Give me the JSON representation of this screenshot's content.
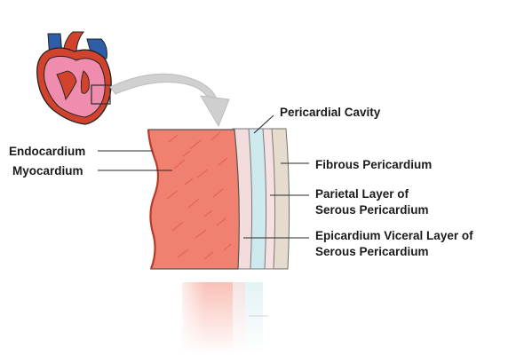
{
  "labels": {
    "pericardial_cavity": "Pericardial Cavity",
    "endocardium": "Endocardium",
    "myocardium": "Myocardium",
    "fibrous_pericardium": "Fibrous Pericardium",
    "parietal_line1": "Parietal Layer of",
    "parietal_line2": "Serous Pericardium",
    "epicardium_line1": "Epicardium Viceral Layer of",
    "epicardium_line2": "Serous Pericardium"
  },
  "colors": {
    "myocardium": "#f08070",
    "endocardium_edge": "#c8412f",
    "epicardium": "#f3dcdc",
    "pericardial_cavity": "#cfeaee",
    "parietal": "#f6e1e1",
    "fibrous": "#e6dccd",
    "heart_pink": "#f08cae",
    "heart_red": "#d2432e",
    "vessel_blue": "#2f5ea8",
    "arrow_grey": "#c9c9c9"
  }
}
